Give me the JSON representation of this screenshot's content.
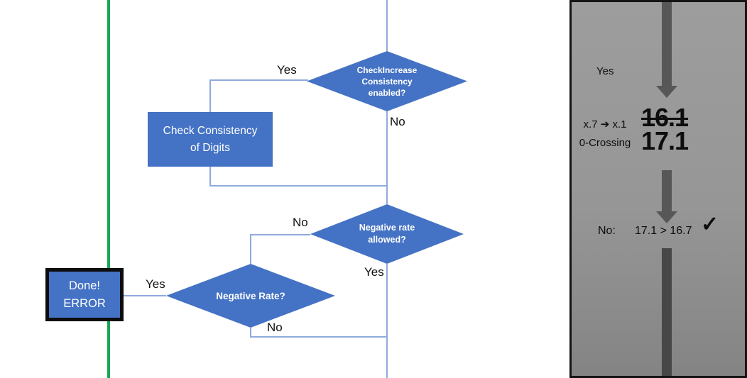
{
  "colors": {
    "shape_blue": "#4472C4",
    "connector_blue": "#8FAADC",
    "accent_green": "#17A655",
    "arrow_gray": "#575757",
    "panel_gray_top": "#9D9D9D",
    "panel_gray_bottom": "#848484"
  },
  "flowchart": {
    "decision_check_increase": {
      "line1": "CheckIncrease",
      "line2": "Consistency",
      "line3": "enabled?"
    },
    "process_check_consistency": {
      "line1": "Check Consistency",
      "line2": "of Digits"
    },
    "decision_rate_allowed": {
      "line1": "Negative rate",
      "line2": "allowed?"
    },
    "decision_negative_rate": {
      "label": "Negative Rate?"
    },
    "terminator_done": {
      "line1": "Done!",
      "line2": "ERROR"
    },
    "branch_labels": {
      "check_increase_yes": "Yes",
      "check_increase_no": "No",
      "rate_allowed_no": "No",
      "rate_allowed_yes": "Yes",
      "negative_rate_yes": "Yes",
      "negative_rate_no": "No"
    }
  },
  "side_panel": {
    "yes_label": "Yes",
    "rule_line1": "x.7 ➔ x.1",
    "rule_line2": "0-Crossing",
    "old_value": "16.1",
    "new_value": "17.1",
    "result_label": "No:",
    "result_comparison": "17.1 > 16.7",
    "checkmark": "✓"
  }
}
